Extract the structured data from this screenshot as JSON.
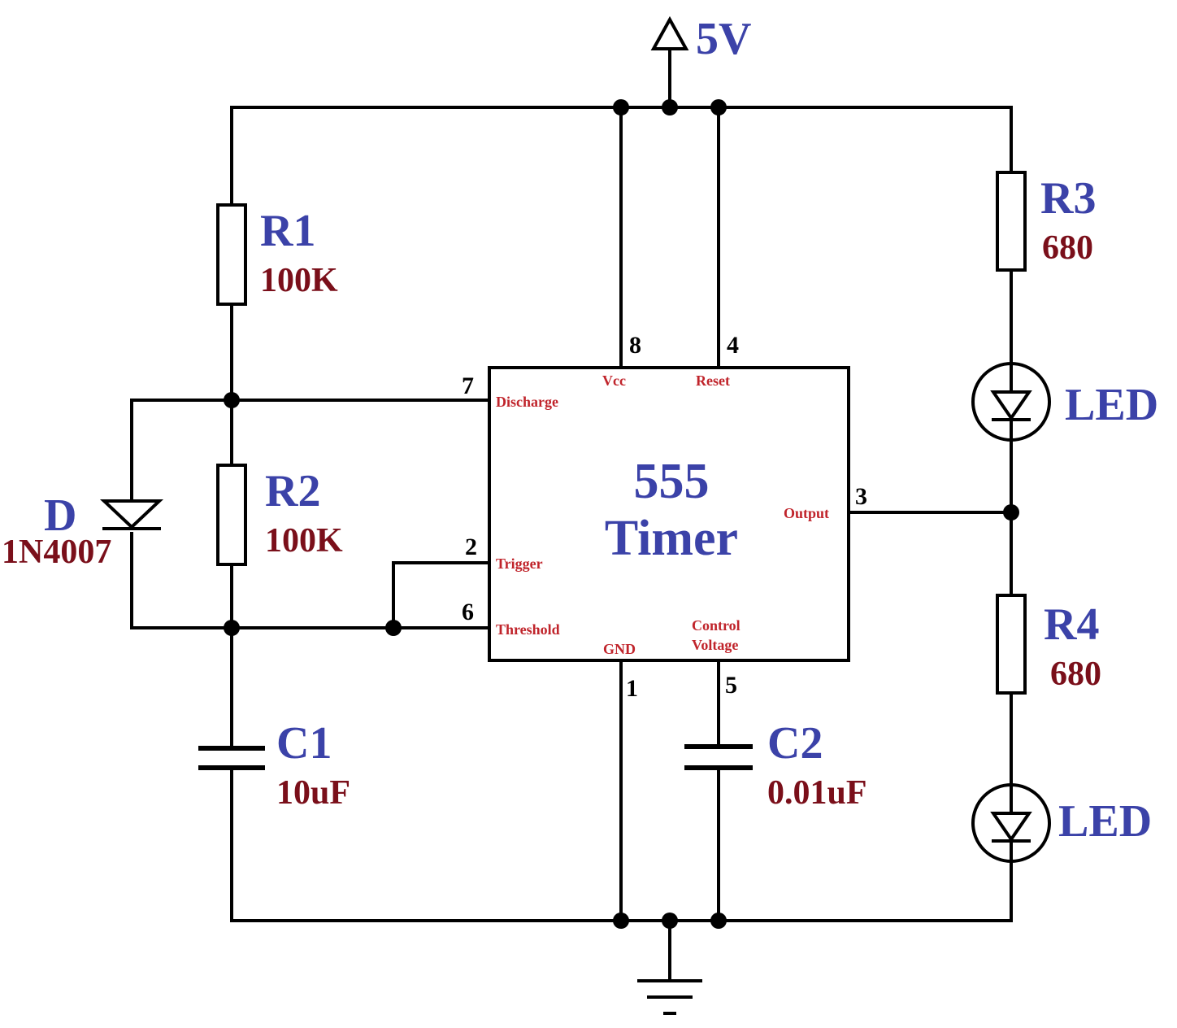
{
  "colors": {
    "name": "#3b42a8",
    "value": "#7a0f1a",
    "pinlabel": "#c0242b",
    "wire": "#000000"
  },
  "supply": {
    "label": "5V"
  },
  "ic": {
    "line1": "555",
    "line2": "Timer",
    "pins": {
      "vcc": {
        "num": "8",
        "label": "Vcc"
      },
      "reset": {
        "num": "4",
        "label": "Reset"
      },
      "discharge": {
        "num": "7",
        "label": "Discharge"
      },
      "trigger": {
        "num": "2",
        "label": "Trigger"
      },
      "threshold": {
        "num": "6",
        "label": "Threshold"
      },
      "gnd": {
        "num": "1",
        "label": "GND"
      },
      "control": {
        "num": "5",
        "label1": "Control",
        "label2": "Voltage"
      },
      "output": {
        "num": "3",
        "label": "Output"
      }
    }
  },
  "components": {
    "r1": {
      "name": "R1",
      "value": "100K"
    },
    "r2": {
      "name": "R2",
      "value": "100K"
    },
    "r3": {
      "name": "R3",
      "value": "680"
    },
    "r4": {
      "name": "R4",
      "value": "680"
    },
    "c1": {
      "name": "C1",
      "value": "10uF"
    },
    "c2": {
      "name": "C2",
      "value": "0.01uF"
    },
    "d": {
      "name": "D",
      "value": "1N4007"
    },
    "led1": {
      "name": "LED"
    },
    "led2": {
      "name": "LED"
    }
  }
}
